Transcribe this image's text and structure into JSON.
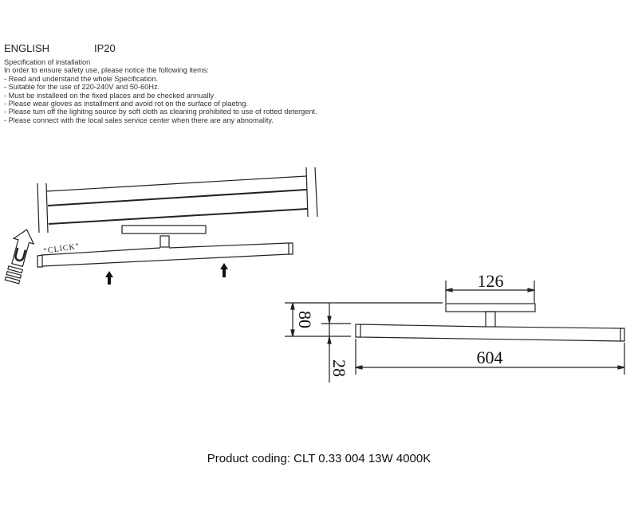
{
  "header": {
    "language": "ENGLISH",
    "ip_rating": "IP20"
  },
  "spec": {
    "title": "Specification of installation",
    "intro": "In order to ensure safety use, please notice the following items:",
    "items": [
      "- Read and understand the whole Specification.",
      "- Suitable for the use of 220-240V and 50-60Hz.",
      "- Must be installeed on the fixed places and be checked annually",
      "- Please wear gloves as installment and avoid rot on the surface of plaetng.",
      "- Please tum off the lighitng source by soft cloth as cleaning prohibited to use of rotted detergent.",
      "- Please connect with the local sales service center when there are any abnomality."
    ]
  },
  "diagram": {
    "click_label": "“CLICK”",
    "icon": "magnet-arrow-icon"
  },
  "dimensions": {
    "mount_width": "126",
    "height": "80",
    "bar_diameter": "28",
    "length": "604"
  },
  "product_coding": "Product coding: CLT 0.33 004 13W 4000K"
}
